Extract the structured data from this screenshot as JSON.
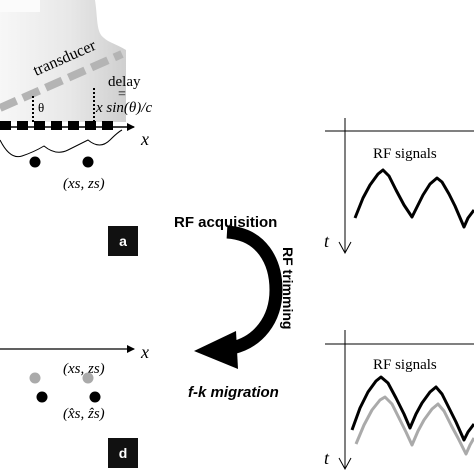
{
  "panel_a": {
    "transducer_label": "transducer",
    "delay_label": "delay",
    "equals_sign": "=",
    "delay_formula": "x sin(θ)/c",
    "angle_label": "θ",
    "x_axis_label": "x",
    "scatterer_label": "(xs, zs)",
    "badge": "a"
  },
  "process": {
    "acquisition_label": "RF acquisition",
    "trimming_label": "RF trimming",
    "migration_label": "f-k migration"
  },
  "panel_rf_top": {
    "title": "RF signals",
    "time_axis_label": "t"
  },
  "panel_rf_bottom": {
    "title": "RF signals",
    "time_axis_label": "t"
  },
  "panel_d": {
    "x_axis_label": "x",
    "true_position_label": "(xs, zs)",
    "estimated_position_label": "(x̂s, ẑs)",
    "badge": "d"
  },
  "colors": {
    "ink": "#000000",
    "transducer_gray": "#b4b4b4",
    "echo_gray": "#aaaaaa",
    "badge_bg": "#111111",
    "badge_text": "#ffffff"
  }
}
